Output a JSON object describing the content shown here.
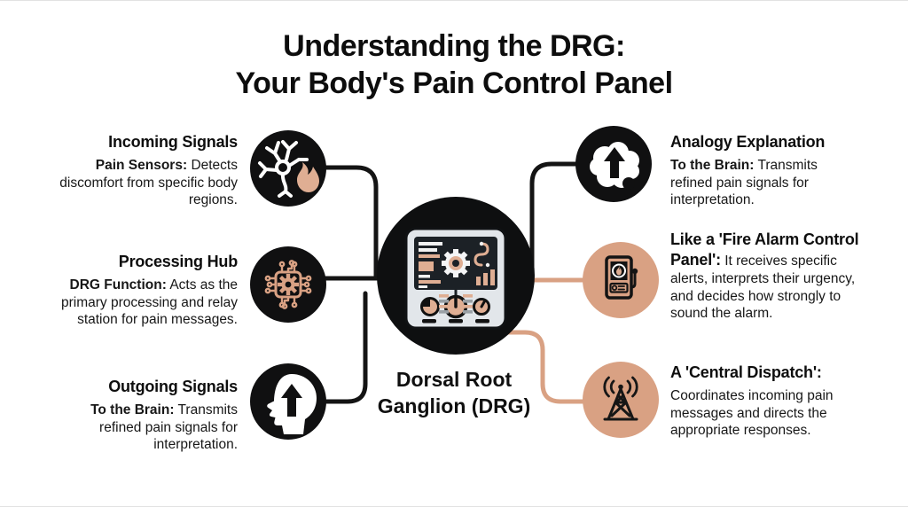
{
  "header": {
    "title_line1": "Understanding the DRG:",
    "title_line2": "Your Body's Pain Control Panel"
  },
  "center": {
    "label_line1": "Dorsal Root",
    "label_line2": "Ganglion (DRG)",
    "icon": "control-panel-icon"
  },
  "left_items": [
    {
      "title": "Incoming Signals",
      "lead": "Pain Sensors:",
      "body": "Detects discomfort from specific body regions.",
      "icon": "neuron-flame-icon"
    },
    {
      "title": "Processing Hub",
      "lead": "DRG Function:",
      "body": "Acts as the primary processing and relay station for pain messages.",
      "icon": "microchip-gear-icon"
    },
    {
      "title": "Outgoing Signals",
      "lead": "To the Brain:",
      "body": "Transmits refined pain signals for interpretation.",
      "icon": "head-up-arrow-icon"
    }
  ],
  "right_items": [
    {
      "title": "Analogy Explanation",
      "lead": "To the Brain:",
      "body": "Transmits refined pain signals for interpretation.",
      "icon": "brain-up-arrow-icon"
    },
    {
      "title_lead": "Like a 'Fire Alarm Control Panel':",
      "body": "It receives specific alerts, interprets their urgency, and decides how strongly to sound the alarm.",
      "icon": "fire-alarm-panel-icon"
    },
    {
      "title": "A 'Central Dispatch':",
      "body": "Coordinates incoming pain messages and directs the appropriate responses.",
      "icon": "radio-tower-icon"
    }
  ],
  "colors": {
    "black": "#111111",
    "tan": "#D9A183",
    "tan_light": "#DFAE93",
    "panel_light": "#E2E6EA",
    "screen_dark": "#1C2126",
    "background": "#FFFFFF"
  }
}
